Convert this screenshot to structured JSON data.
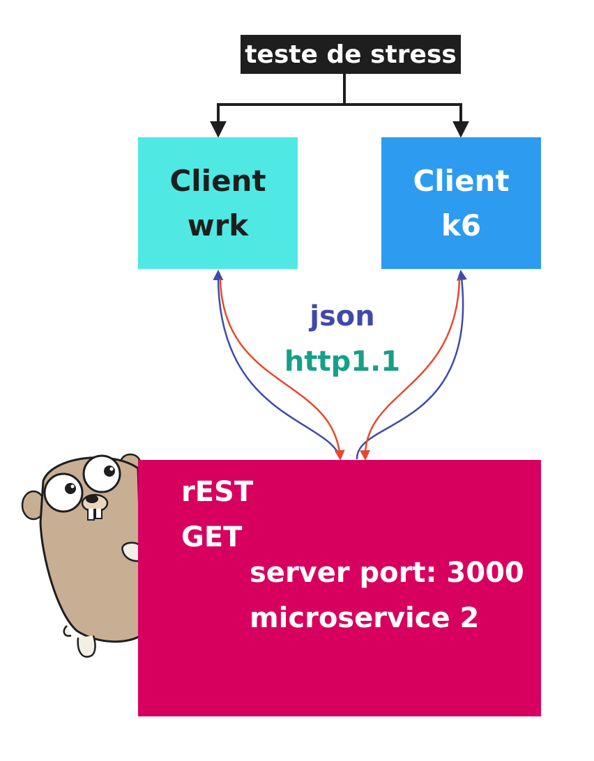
{
  "title": {
    "label": "teste de stress",
    "bg": "#1e1e1e"
  },
  "clients": [
    {
      "line1": "Client",
      "line2": "wrk",
      "bg": "#50e8e2",
      "text_color": "#1e1e1e"
    },
    {
      "line1": "Client",
      "line2": "k6",
      "bg": "#2d9bf0",
      "text_color": "#ffffff"
    }
  ],
  "protocol": {
    "format": "json",
    "format_color": "#3f4aa8",
    "transport": "http1.1",
    "transport_color": "#16a085"
  },
  "server": {
    "line1": "rEST",
    "line2": "GET",
    "line3": "server port: 3000",
    "line4": "microservice 2",
    "bg": "#d8005f"
  },
  "connector_colors": {
    "tree": "#1e1e1e",
    "request": "#3f4aa8",
    "response": "#e8472b"
  },
  "mascot": {
    "icon": "gopher-mascot-icon"
  }
}
